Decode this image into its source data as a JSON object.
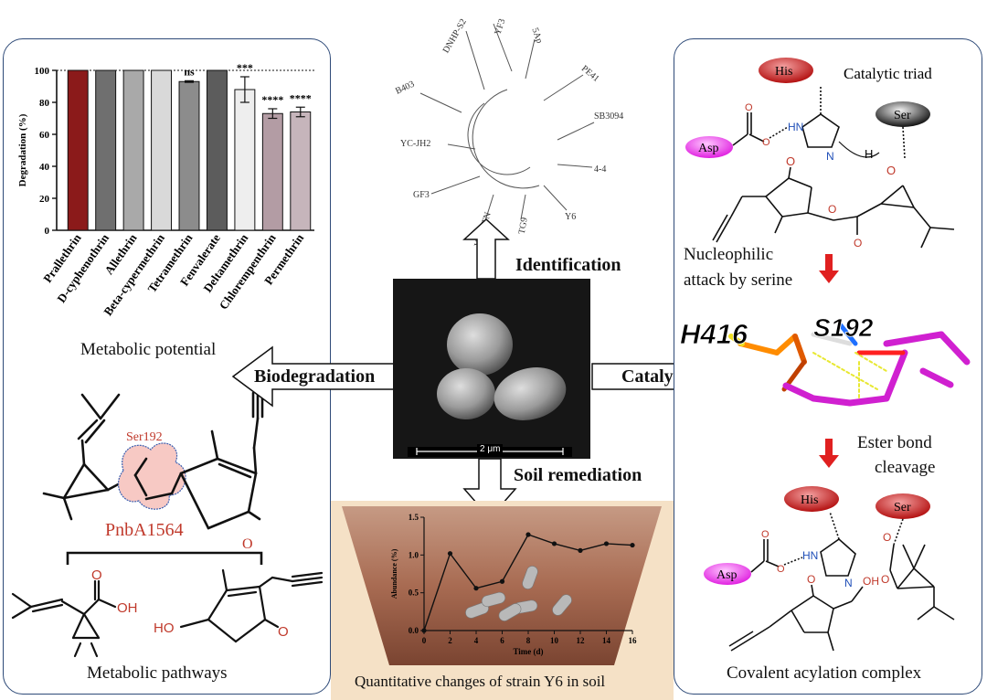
{
  "left_panel": {
    "bar_chart": {
      "ylabel": "Degradation (%)",
      "significance": [
        "",
        "",
        "",
        "",
        "ns",
        "",
        "***",
        "****",
        "****"
      ],
      "bar_colors": [
        "#8b1a1a",
        "#6f6f6f",
        "#a9a9a9",
        "#d9d9d9",
        "#8c8c8c",
        "#5c5c5c",
        "#eeeeee",
        "#b39ca4",
        "#c6b5bb"
      ]
    },
    "metabolic_potential": "Metabolic potential",
    "ser_label": "Ser192",
    "enzyme_label": "PnbA1564",
    "oh_label": "OH",
    "o_label": "O",
    "ho_label": "HO",
    "metabolic_pathways": "Metabolic pathways"
  },
  "center": {
    "identification": "Identification",
    "biodegradation": "Biodegradation",
    "catalysis": "Catalysis",
    "soil_remediation": "Soil remediation",
    "scale_bar": "2 μm",
    "soil_caption": "Quantitative changes of strain Y6 in soil",
    "tree_labels": [
      "DNHP-S2",
      "YF3",
      "5Ap",
      "PE41",
      "B403",
      "SB3094",
      "YC-JH2",
      "4-4",
      "GF3",
      "Y6",
      "YC-MTN",
      "TG9"
    ],
    "soil_chart": {
      "ylabel": "Abundance (%)",
      "xlabel": "Time (d)"
    }
  },
  "right_panel": {
    "his": "His",
    "asp": "Asp",
    "ser": "Ser",
    "catalytic_triad": "Catalytic triad",
    "nh": "HN",
    "n": "N",
    "h": "H",
    "o": "O",
    "nucleophilic": "Nucleophilic",
    "attack": "attack by serine",
    "h416": "H416",
    "s192": "S192",
    "ester": "Ester bond",
    "cleavage": "cleavage",
    "oh": "OH",
    "covalent": "Covalent acylation complex"
  },
  "chart_data": [
    {
      "type": "bar",
      "categories": [
        "Prallethrin",
        "D-cyphenothrin",
        "Allethrin",
        "Beta-cypermethrin",
        "Tetramethrin",
        "Fenvalerate",
        "Deltamethrin",
        "Chlorempenthrin",
        "Permethrin"
      ],
      "values": [
        100,
        100,
        100,
        100,
        93,
        100,
        88,
        73,
        74
      ],
      "errors": [
        0,
        0,
        0,
        0,
        0.5,
        0,
        8,
        3,
        3
      ],
      "xlabel": "",
      "ylabel": "Degradation (%)",
      "ylim": [
        0,
        100
      ],
      "yticks": [
        0,
        20,
        40,
        60,
        80,
        100
      ],
      "reference_line": 100
    },
    {
      "type": "line",
      "x": [
        0,
        2,
        4,
        6,
        8,
        10,
        12,
        14,
        16
      ],
      "y": [
        0,
        1.02,
        0.56,
        0.65,
        1.27,
        1.15,
        1.06,
        1.15,
        1.13
      ],
      "xlabel": "Time (d)",
      "ylabel": "Abundance (%)",
      "xlim": [
        0,
        16
      ],
      "ylim": [
        0,
        1.5
      ],
      "xticks": [
        0,
        2,
        4,
        6,
        8,
        10,
        12,
        14,
        16
      ],
      "yticks": [
        0.0,
        0.5,
        1.0,
        1.5
      ]
    }
  ]
}
